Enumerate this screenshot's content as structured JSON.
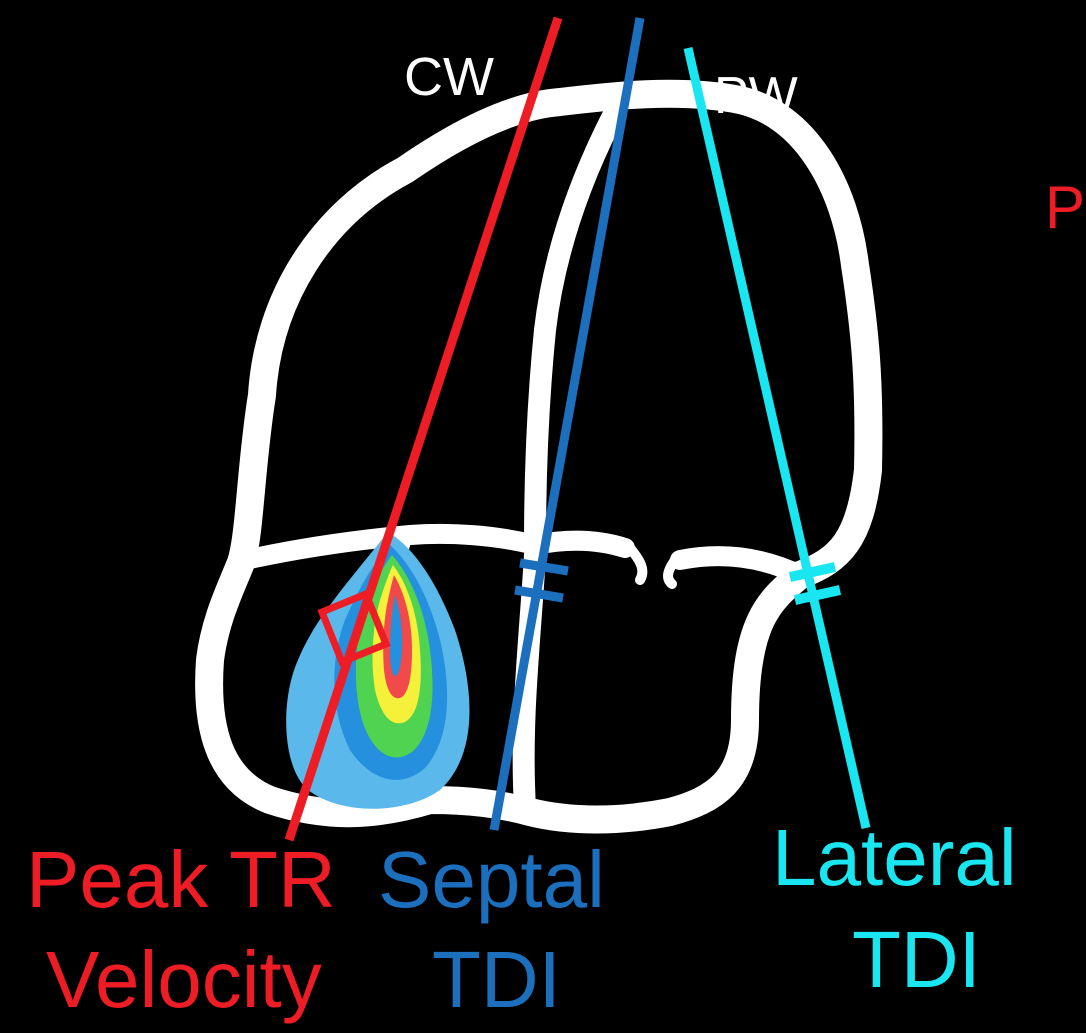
{
  "labels": {
    "cw": "CW",
    "pw": "PW",
    "peak_tr_line1": "Peak TR",
    "peak_tr_line2": "Velocity",
    "septal_line1": "Septal",
    "septal_line2": "TDI",
    "lateral_line1": "Lateral",
    "lateral_line2": "TDI",
    "cropped_right": "P"
  },
  "colors": {
    "background": "#000000",
    "heart": "#ffffff",
    "cw_red": "#ee1c24",
    "septal_blue": "#1b6fbd",
    "lateral_cyan": "#19e6f0",
    "jet_outer": "#5ab8ea",
    "jet_blue": "#2490de",
    "jet_green": "#4fd350",
    "jet_yellow": "#f5f03a",
    "jet_red": "#f2494a"
  },
  "icons": [
    "cw-doppler-line",
    "septal-tdi-line",
    "lateral-tdi-line",
    "tr-jet"
  ]
}
